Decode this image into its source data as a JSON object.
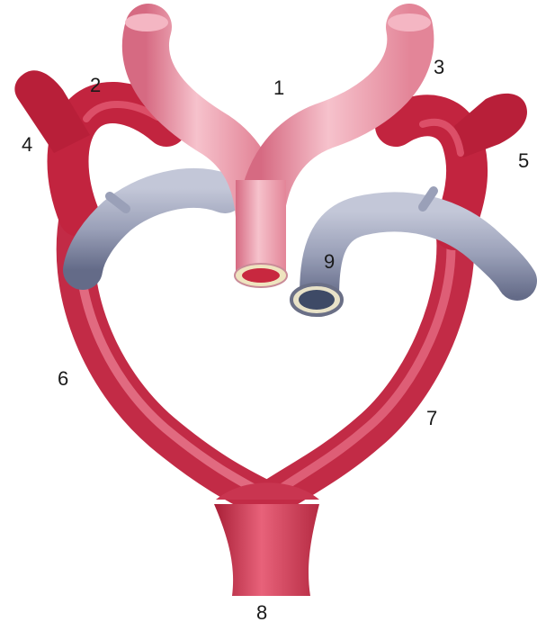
{
  "colors": {
    "artery_dark": "#b3213b",
    "artery_mid": "#d63a52",
    "artery_light": "#f0a8b5",
    "pink_vessel": "#e9889c",
    "pink_light": "#f8d0d8",
    "vein_dark": "#6e7694",
    "vein_light": "#c8ccdc",
    "background": "#ffffff"
  },
  "labels": [
    {
      "key": "1",
      "text": "1"
    },
    {
      "key": "2",
      "text": "2"
    },
    {
      "key": "3",
      "text": "3"
    },
    {
      "key": "4",
      "text": "4"
    },
    {
      "key": "5",
      "text": "5"
    },
    {
      "key": "6",
      "text": "6"
    },
    {
      "key": "7",
      "text": "7"
    },
    {
      "key": "8",
      "text": "8"
    },
    {
      "key": "9",
      "text": "9"
    }
  ]
}
